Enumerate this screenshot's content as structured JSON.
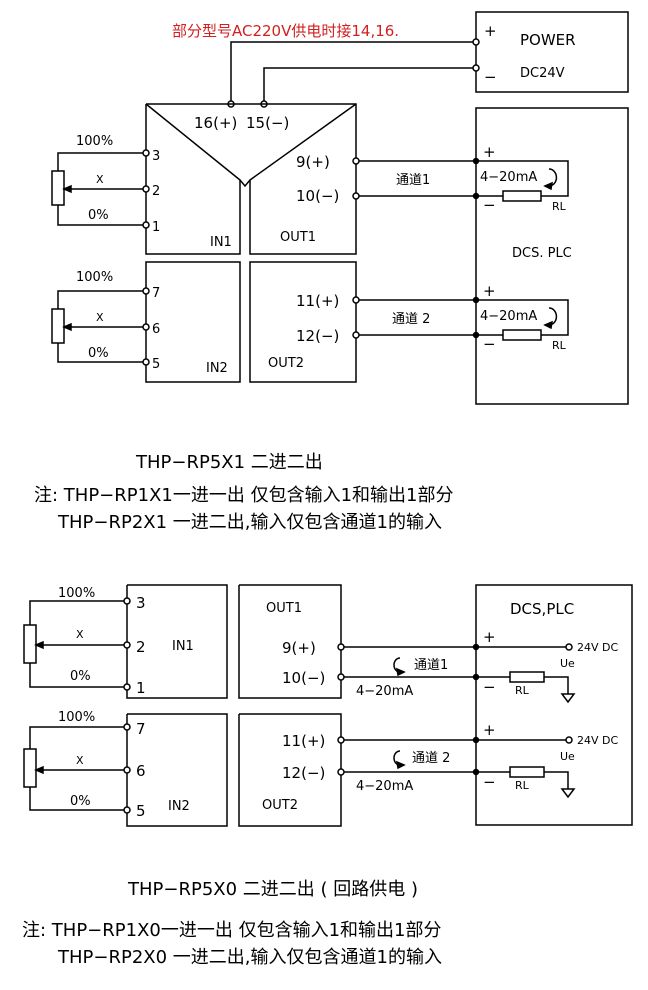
{
  "top": {
    "note_red": "部分型号AC220V供电时接14,16.",
    "power": {
      "title": "POWER",
      "voltage": "DC24V",
      "plus": "+",
      "minus": "−"
    },
    "terminals": {
      "t16": "16(+)",
      "t15": "15(−)",
      "t3": "3",
      "t2": "2",
      "t1": "1",
      "t7": "7",
      "t6": "6",
      "t5": "5"
    },
    "outputs": {
      "o9": "9(+)",
      "o10": "10(−)",
      "o11": "11(+)",
      "o12": "12(−)"
    },
    "labels": {
      "p100": "100%",
      "x": "X",
      "p0": "0%",
      "in1": "IN1",
      "in2": "IN2",
      "out1": "OUT1",
      "out2": "OUT2"
    },
    "channels": {
      "ch1": "通道1",
      "ch2": "通道 2",
      "current": "4−20mA",
      "rl": "RL",
      "plus": "+",
      "minus": "−"
    },
    "dcs": "DCS. PLC",
    "model": "THP−RP5X1   二进二出",
    "note1": "注: THP−RP1X1一进一出 仅包含输入1和输出1部分",
    "note2": "THP−RP2X1 一进二出,输入仅包含通道1的输入"
  },
  "bottom": {
    "terminals": {
      "t3": "3",
      "t2": "2",
      "t1": "1",
      "t7": "7",
      "t6": "6",
      "t5": "5"
    },
    "outputs": {
      "o9": "9(+)",
      "o10": "10(−)",
      "o11": "11(+)",
      "o12": "12(−)"
    },
    "labels": {
      "p100": "100%",
      "x": "X",
      "p0": "0%",
      "in1": "IN1",
      "in2": "IN2",
      "out1": "OUT1",
      "out2": "OUT2"
    },
    "channels": {
      "ch1": "通道1",
      "ch2": "通道 2",
      "current": "4−20mA",
      "rl": "RL",
      "plus": "+",
      "minus": "−",
      "v24": "24V DC",
      "ue": "Ue"
    },
    "dcs": "DCS,PLC",
    "model": "THP−RP5X0   二进二出 ( 回路供电 )",
    "note1": "注: THP−RP1X0一进一出 仅包含输入1和输出1部分",
    "note2": "THP−RP2X0 一进二出,输入仅包含通道1的输入"
  }
}
